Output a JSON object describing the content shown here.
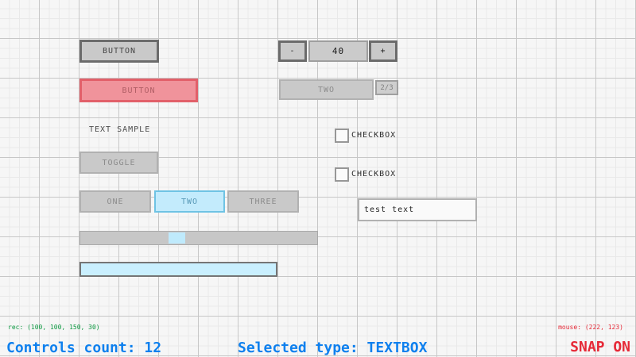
{
  "palette": {
    "background": "#f6f6f6",
    "grid_minor": "#e9e9e9",
    "grid_major": "#c7c7c7",
    "control_fill": "#c9c9c9",
    "control_border_dark": "#6b6b6b",
    "control_border_light": "#b1b1b1",
    "control_text_muted": "#8c8c8c",
    "danger_fill": "#f0939b",
    "danger_border": "#e2606a",
    "danger_text": "#b05f66",
    "selected_fill": "#c3ebfc",
    "selected_border": "#6fc3e4",
    "selected_text": "#5899b7",
    "progress_fill": "#c9effe",
    "status_green": "#0c9840",
    "status_blue": "#0e80ee",
    "status_red": "#e62937"
  },
  "controls": {
    "button": {
      "label": "BUTTON"
    },
    "button_red": {
      "label": "BUTTON"
    },
    "text_label": {
      "text": "TEXT SAMPLE"
    },
    "toggle": {
      "label": "TOGGLE"
    },
    "toggle_group": {
      "options": [
        "ONE",
        "TWO",
        "THREE"
      ],
      "selected": "TWO"
    },
    "spinner": {
      "decrement": "-",
      "value": "40",
      "increment": "+"
    },
    "combo_box": {
      "value": "TWO",
      "counter": "2/3"
    },
    "checkbox_1": {
      "label": "CHECKBOX",
      "checked": false
    },
    "checkbox_2": {
      "label": "CHECKBOX",
      "checked": false
    },
    "textbox": {
      "value": "test text"
    }
  },
  "status_bar": {
    "rec": "rec: (100, 100, 150, 30)",
    "controls_count": "Controls count: 12",
    "selected_type": "Selected type: TEXTBOX",
    "mouse": "mouse: (222, 123)",
    "snap": "SNAP ON"
  }
}
